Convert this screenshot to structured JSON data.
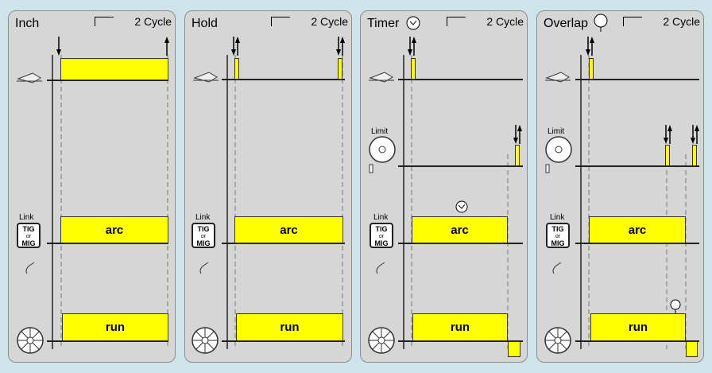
{
  "panels": [
    {
      "title": "Inch",
      "cycle": "2 Cycle",
      "arc": "arc",
      "run": "run"
    },
    {
      "title": "Hold",
      "cycle": "2 Cycle",
      "arc": "arc",
      "run": "run"
    },
    {
      "title": "Timer",
      "cycle": "2 Cycle",
      "arc": "arc",
      "run": "run",
      "limit": "Limit"
    },
    {
      "title": "Overlap",
      "cycle": "2 Cycle",
      "arc": "arc",
      "run": "run",
      "limit": "Limit"
    }
  ],
  "link": {
    "label": "Link",
    "line1": "TIG",
    "line2": "or",
    "line3": "MIG"
  },
  "colors": {
    "signal": "#ffff00",
    "panel": "#d6d6d6",
    "background": "#cfe3ea"
  },
  "icons": [
    "foot-pedal-icon",
    "wire-spool-icon",
    "tig-mig-link-icon",
    "wire-feed-wheel-icon",
    "timer-clock-icon",
    "overlap-pin-icon"
  ]
}
